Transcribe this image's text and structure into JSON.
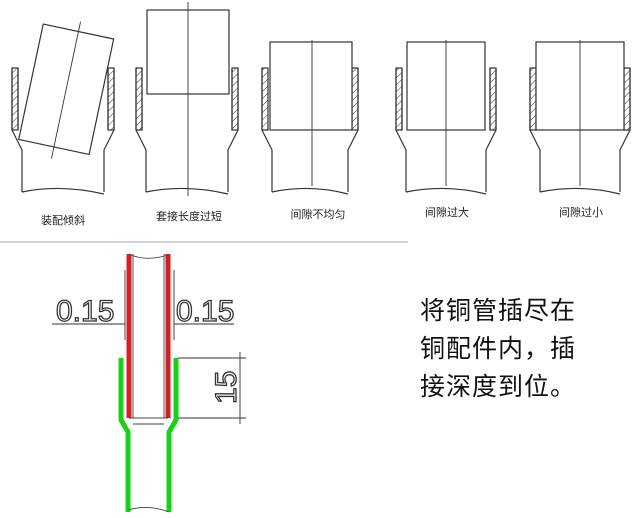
{
  "top_captions": [
    "装配倾斜",
    "套接长度过短",
    "间隙不均匀",
    "间隙过大",
    "间隙过小"
  ],
  "dimensions": {
    "gap_left": "0.15",
    "gap_right": "0.15",
    "insertion_depth": "15"
  },
  "instruction_lines": [
    "将铜管插尽在",
    "铜配件内，插",
    "接深度到位。"
  ],
  "colors": {
    "pipe": "#d42020",
    "fitting": "#19d119",
    "line": "#333333",
    "separator": "#bcbcbc"
  }
}
